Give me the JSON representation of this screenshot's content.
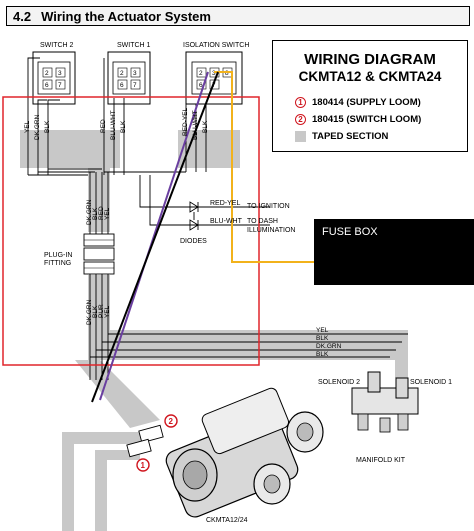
{
  "header": {
    "section_number": "4.2",
    "title": "Wiring the Actuator System"
  },
  "switches": {
    "switch2": "SWITCH 2",
    "switch1": "SWITCH 1",
    "isolation": "ISOLATION SWITCH"
  },
  "switch_pins": {
    "switch2": [
      "2",
      "3",
      "6",
      "7"
    ],
    "switch1": [
      "2",
      "3",
      "6",
      "7"
    ],
    "isolation": [
      "2",
      "3",
      "8",
      "6",
      "7"
    ]
  },
  "legend": {
    "title_line1": "WIRING DIAGRAM",
    "title_line2": "CKMTA12 & CKMTA24",
    "items": [
      {
        "badge": "1",
        "text": "180414 (SUPPLY LOOM)"
      },
      {
        "badge": "2",
        "text": "180415 (SWITCH LOOM)"
      },
      {
        "badge": "",
        "text": "TAPED SECTION"
      }
    ]
  },
  "wire_labels": {
    "switch2": [
      "YEL",
      "DK.GRN",
      "BLK"
    ],
    "switch1": [
      "RED",
      "BLU-WHT",
      "BLK"
    ],
    "isolation": [
      "RED-YEL",
      "BLU-WHT",
      "BLK"
    ],
    "upper_bundle": [
      "DK.GRN",
      "BLK",
      "RED",
      "YEL"
    ],
    "lower_bundle": [
      "DK.GRN",
      "BLK",
      "PUR",
      "YEL"
    ],
    "horizontal": [
      "YEL",
      "BLK",
      "DK.GRN",
      "BLK"
    ]
  },
  "labels": {
    "red_yel": "RED-YEL",
    "to_ignition": "TO IGNITION",
    "blu_wht": "BLU-WHT",
    "to_dash": "TO DASH",
    "illumination": "ILLUMINATION",
    "diodes": "DIODES",
    "plug_in_1": "PLUG-IN",
    "plug_in_2": "FITTING",
    "solenoid2": "SOLENOID 2",
    "solenoid1": "SOLENOID 1",
    "manifold": "MANIFOLD KIT",
    "compressor": "CKMTA12/24",
    "fuse_box": "FUSE BOX",
    "callout1": "1",
    "callout2": "2"
  },
  "colors": {
    "highlight_box": "#e0252b",
    "orange_wire": "#f2b21b",
    "purple_wire": "#6a3fa0",
    "black_wire": "#000000",
    "taped": "#c8c8c8",
    "callout": "#d0161f"
  }
}
